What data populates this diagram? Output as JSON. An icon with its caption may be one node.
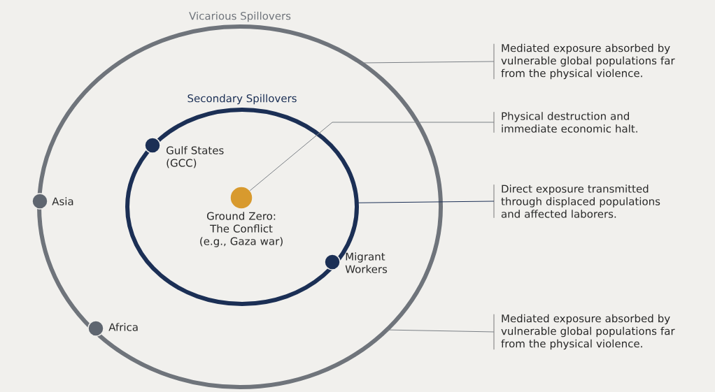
{
  "diagram": {
    "nodes": [
      {
        "text": [
          "Vicarious Spillovers"
        ]
      },
      {
        "text": [
          "Secondary Spillovers"
        ],
        "in": 0
      },
      {
        "text": [],
        "shape": "circle",
        "beside": [
          "Ground Zero: The Conflict (e.g., Gaza war)"
        ],
        "in": 1
      },
      {
        "text": [],
        "shape": "circle",
        "beside": [
          "Gulf States (GCC)"
        ],
        "in": 0
      },
      {
        "text": [],
        "shape": "circle",
        "beside": [
          "Migrant Workers"
        ],
        "in": 1
      },
      {
        "text": [],
        "shape": "circle",
        "beside": [
          "Asia"
        ],
        "in": 0
      },
      {
        "text": [],
        "shape": "circle",
        "beside": [
          "Africa"
        ],
        "in": 0
      },
      {
        "text": [
          "Mediated exposure absorbed by vulnerable global populations far from the physical violence."
        ]
      },
      {
        "text": [
          "Physical destruction and immediate economic halt."
        ]
      },
      {
        "text": [
          "Direct exposure transmitted through displaced populations and affected laborers."
        ]
      },
      {
        "text": [
          "Mediated exposure absorbed by vulnerable global populations far from the physical violence."
        ]
      }
    ],
    "edges": [
      {
        "from": 7,
        "to": 0,
        "arrow": "none"
      },
      {
        "from": 8,
        "to": 2,
        "arrow": "none"
      },
      {
        "from": 9,
        "to": 1,
        "arrow": "none",
        "color": "#1b2f55"
      },
      {
        "from": 10,
        "to": 0,
        "arrow": "none"
      }
    ]
  }
}
